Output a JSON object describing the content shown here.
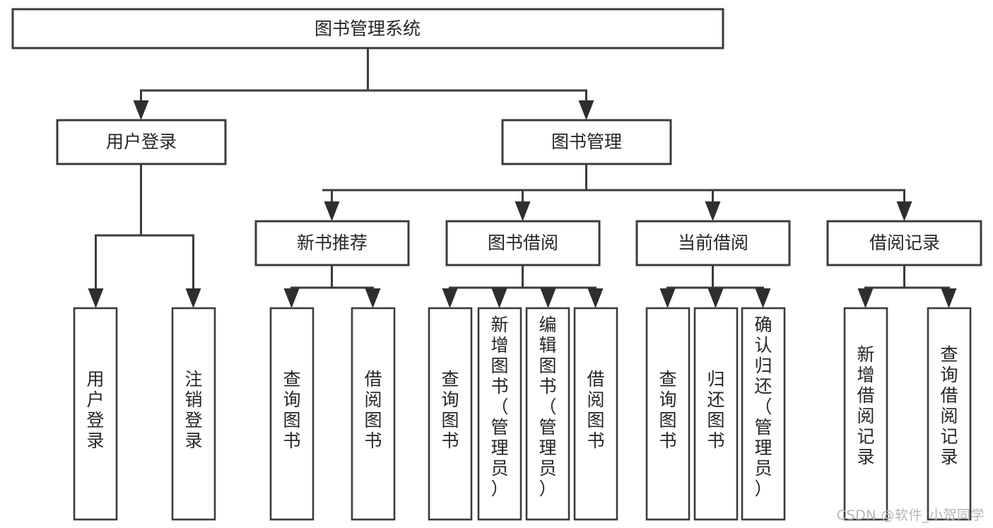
{
  "diagram": {
    "kind": "tree-hierarchy-chart",
    "title": "图书管理系统",
    "watermark": "CSDN @软件_小贺同学",
    "colors": {
      "stroke": "#3b3b3b",
      "fill": "#ffffff",
      "text": "#262626",
      "watermark": "#b5b5b5"
    },
    "levels": {
      "root": {
        "label": "图书管理系统"
      },
      "level2": [
        {
          "label": "用户登录"
        },
        {
          "label": "图书管理"
        }
      ],
      "level3": [
        {
          "label": "新书推荐"
        },
        {
          "label": "图书借阅"
        },
        {
          "label": "当前借阅"
        },
        {
          "label": "借阅记录"
        }
      ]
    },
    "groups": [
      {
        "parent": "用户登录",
        "leaves": [
          {
            "label": "用户登录"
          },
          {
            "label": "注销登录"
          }
        ]
      },
      {
        "parent": "新书推荐",
        "leaves": [
          {
            "label": "查询图书"
          },
          {
            "label": "借阅图书"
          }
        ]
      },
      {
        "parent": "图书借阅",
        "leaves": [
          {
            "label": "查询图书"
          },
          {
            "label": "新增图书（管理员）"
          },
          {
            "label": "编辑图书（管理员）"
          },
          {
            "label": "借阅图书"
          }
        ]
      },
      {
        "parent": "当前借阅",
        "leaves": [
          {
            "label": "查询图书"
          },
          {
            "label": "归还图书"
          },
          {
            "label": "确认归还（管理员）"
          }
        ]
      },
      {
        "parent": "借阅记录",
        "leaves": [
          {
            "label": "新增借阅记录"
          },
          {
            "label": "查询借阅记录"
          }
        ]
      }
    ],
    "nodes": {
      "root": "图书管理系统",
      "n_user_login": "用户登录",
      "n_book_mgmt": "图书管理",
      "n_new_book_rec": "新书推荐",
      "n_book_borrow": "图书借阅",
      "n_current_borrow": "当前借阅",
      "n_borrow_record": "借阅记录",
      "leaf_user_login": "用户登录",
      "leaf_logout": "注销登录",
      "leaf_rec_query": "查询图书",
      "leaf_rec_borrow": "借阅图书",
      "leaf_borrow_query": "查询图书",
      "leaf_borrow_add": "新增图书（管理员）",
      "leaf_borrow_edit": "编辑图书（管理员）",
      "leaf_borrow_do": "借阅图书",
      "leaf_cur_query": "查询图书",
      "leaf_cur_return": "归还图书",
      "leaf_cur_confirm": "确认归还（管理员）",
      "leaf_rec_add": "新增借阅记录",
      "leaf_rec_query2": "查询借阅记录"
    }
  }
}
